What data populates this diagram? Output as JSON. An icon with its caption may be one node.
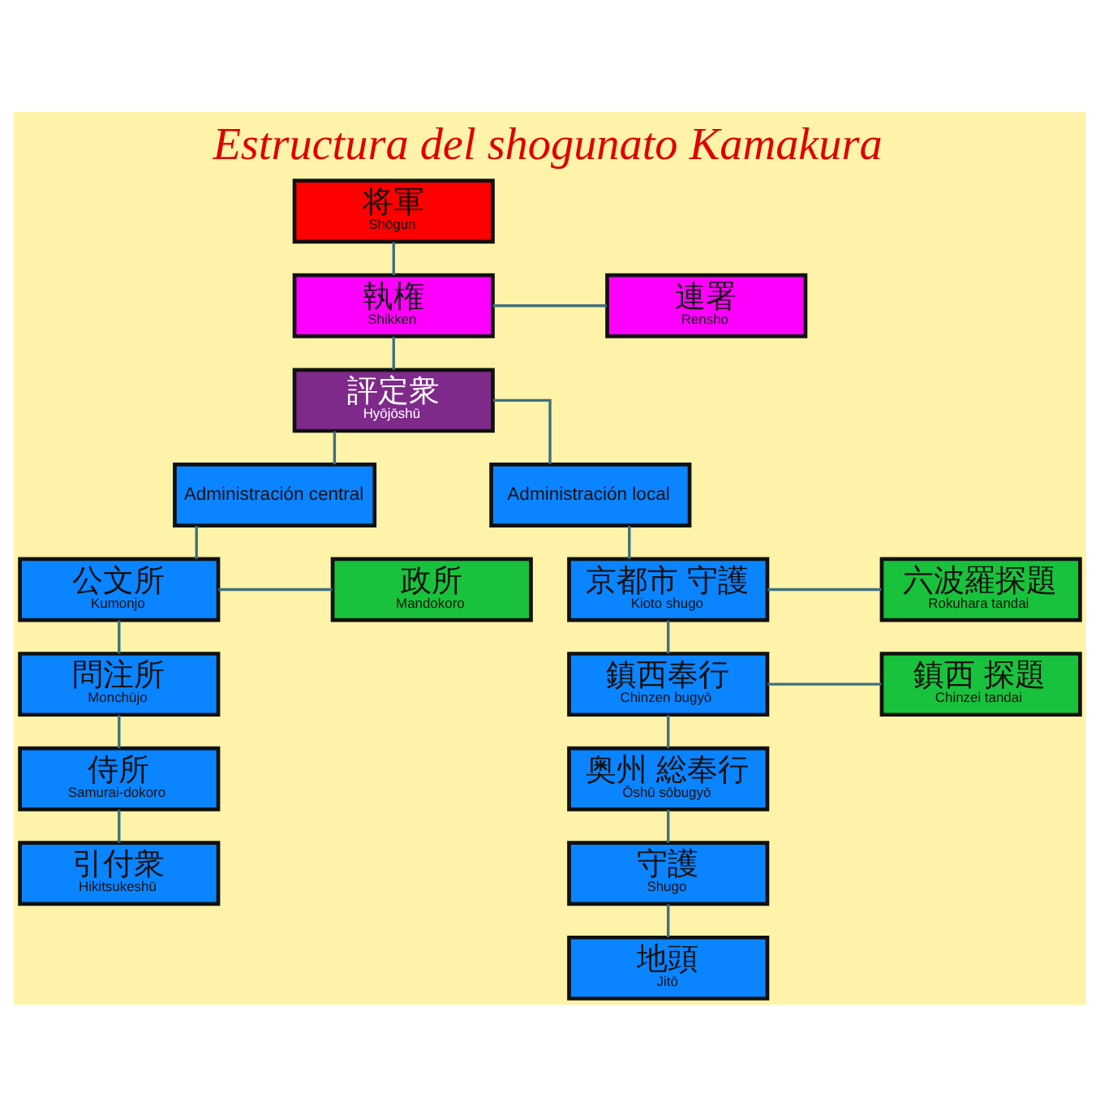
{
  "diagram": {
    "title": "Estructura del shogunato Kamakura",
    "nodes": [
      {
        "text": [
          "将軍",
          "Shōgun"
        ]
      },
      {
        "text": [
          "執権",
          "Shikken"
        ]
      },
      {
        "text": [
          "連署",
          "Rensho"
        ]
      },
      {
        "text": [
          "評定衆",
          "Hyōjōshū"
        ]
      },
      {
        "text": [
          "Administración central"
        ]
      },
      {
        "text": [
          "Administración local"
        ]
      },
      {
        "text": [
          "公文所",
          "Kumonjo"
        ]
      },
      {
        "text": [
          "政所",
          "Mandokoro"
        ]
      },
      {
        "text": [
          "問注所",
          "Monchūjo"
        ]
      },
      {
        "text": [
          "侍所",
          "Samurai-dokoro"
        ]
      },
      {
        "text": [
          "引付衆",
          "Hikitsukeshū"
        ]
      },
      {
        "text": [
          "京都市 守護",
          "Kioto shugo"
        ]
      },
      {
        "text": [
          "六波羅探題",
          "Rokuhara tandai"
        ]
      },
      {
        "text": [
          "鎮西奉行",
          "Chinzen bugyō"
        ]
      },
      {
        "text": [
          "鎮西 探題",
          "Chinzei tandai"
        ]
      },
      {
        "text": [
          "奥州 総奉行",
          "Ōshū sōbugyō"
        ]
      },
      {
        "text": [
          "守護",
          "Shugo"
        ]
      },
      {
        "text": [
          "地頭",
          "Jitō"
        ]
      }
    ],
    "edges": [
      {
        "from": 0,
        "to": 1,
        "arrow": "none"
      },
      {
        "from": 1,
        "to": 2,
        "arrow": "none"
      },
      {
        "from": 1,
        "to": 3,
        "arrow": "none"
      },
      {
        "from": 3,
        "to": 4,
        "arrow": "none"
      },
      {
        "from": 3,
        "to": 5,
        "arrow": "none"
      },
      {
        "from": 4,
        "to": 6,
        "arrow": "none"
      },
      {
        "from": 6,
        "to": 7,
        "arrow": "none"
      },
      {
        "from": 6,
        "to": 8,
        "arrow": "none"
      },
      {
        "from": 8,
        "to": 9,
        "arrow": "none"
      },
      {
        "from": 9,
        "to": 10,
        "arrow": "none"
      },
      {
        "from": 5,
        "to": 11,
        "arrow": "none"
      },
      {
        "from": 11,
        "to": 12,
        "arrow": "none"
      },
      {
        "from": 11,
        "to": 13,
        "arrow": "none"
      },
      {
        "from": 13,
        "to": 14,
        "arrow": "none"
      },
      {
        "from": 13,
        "to": 15,
        "arrow": "none"
      },
      {
        "from": 15,
        "to": 16,
        "arrow": "none"
      },
      {
        "from": 16,
        "to": 17,
        "arrow": "none"
      }
    ]
  }
}
